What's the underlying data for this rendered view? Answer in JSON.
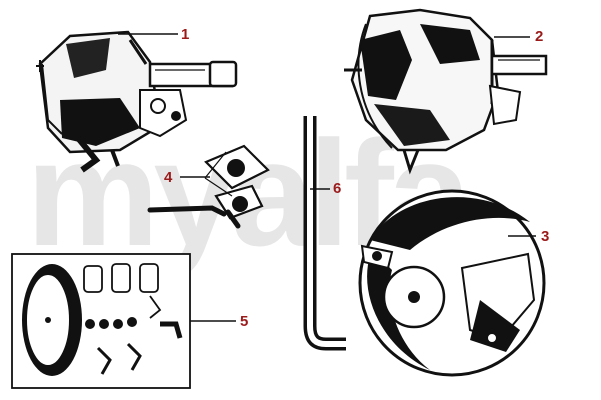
{
  "watermark": "myalfa",
  "accent_color": "#9b1b1b",
  "callouts": {
    "c1": "1",
    "c2": "2",
    "c3": "3",
    "c4": "4",
    "c5": "5",
    "c6": "6"
  },
  "parts": [
    {
      "label": "1",
      "icon": "brake-servo-unit"
    },
    {
      "label": "2",
      "icon": "brake-servo-unit-variant"
    },
    {
      "label": "3",
      "icon": "brake-servo-front-view"
    },
    {
      "label": "4",
      "icon": "vacuum-valve-with-pipe"
    },
    {
      "label": "5",
      "icon": "repair-kit"
    },
    {
      "label": "6",
      "icon": "vacuum-hose"
    }
  ]
}
